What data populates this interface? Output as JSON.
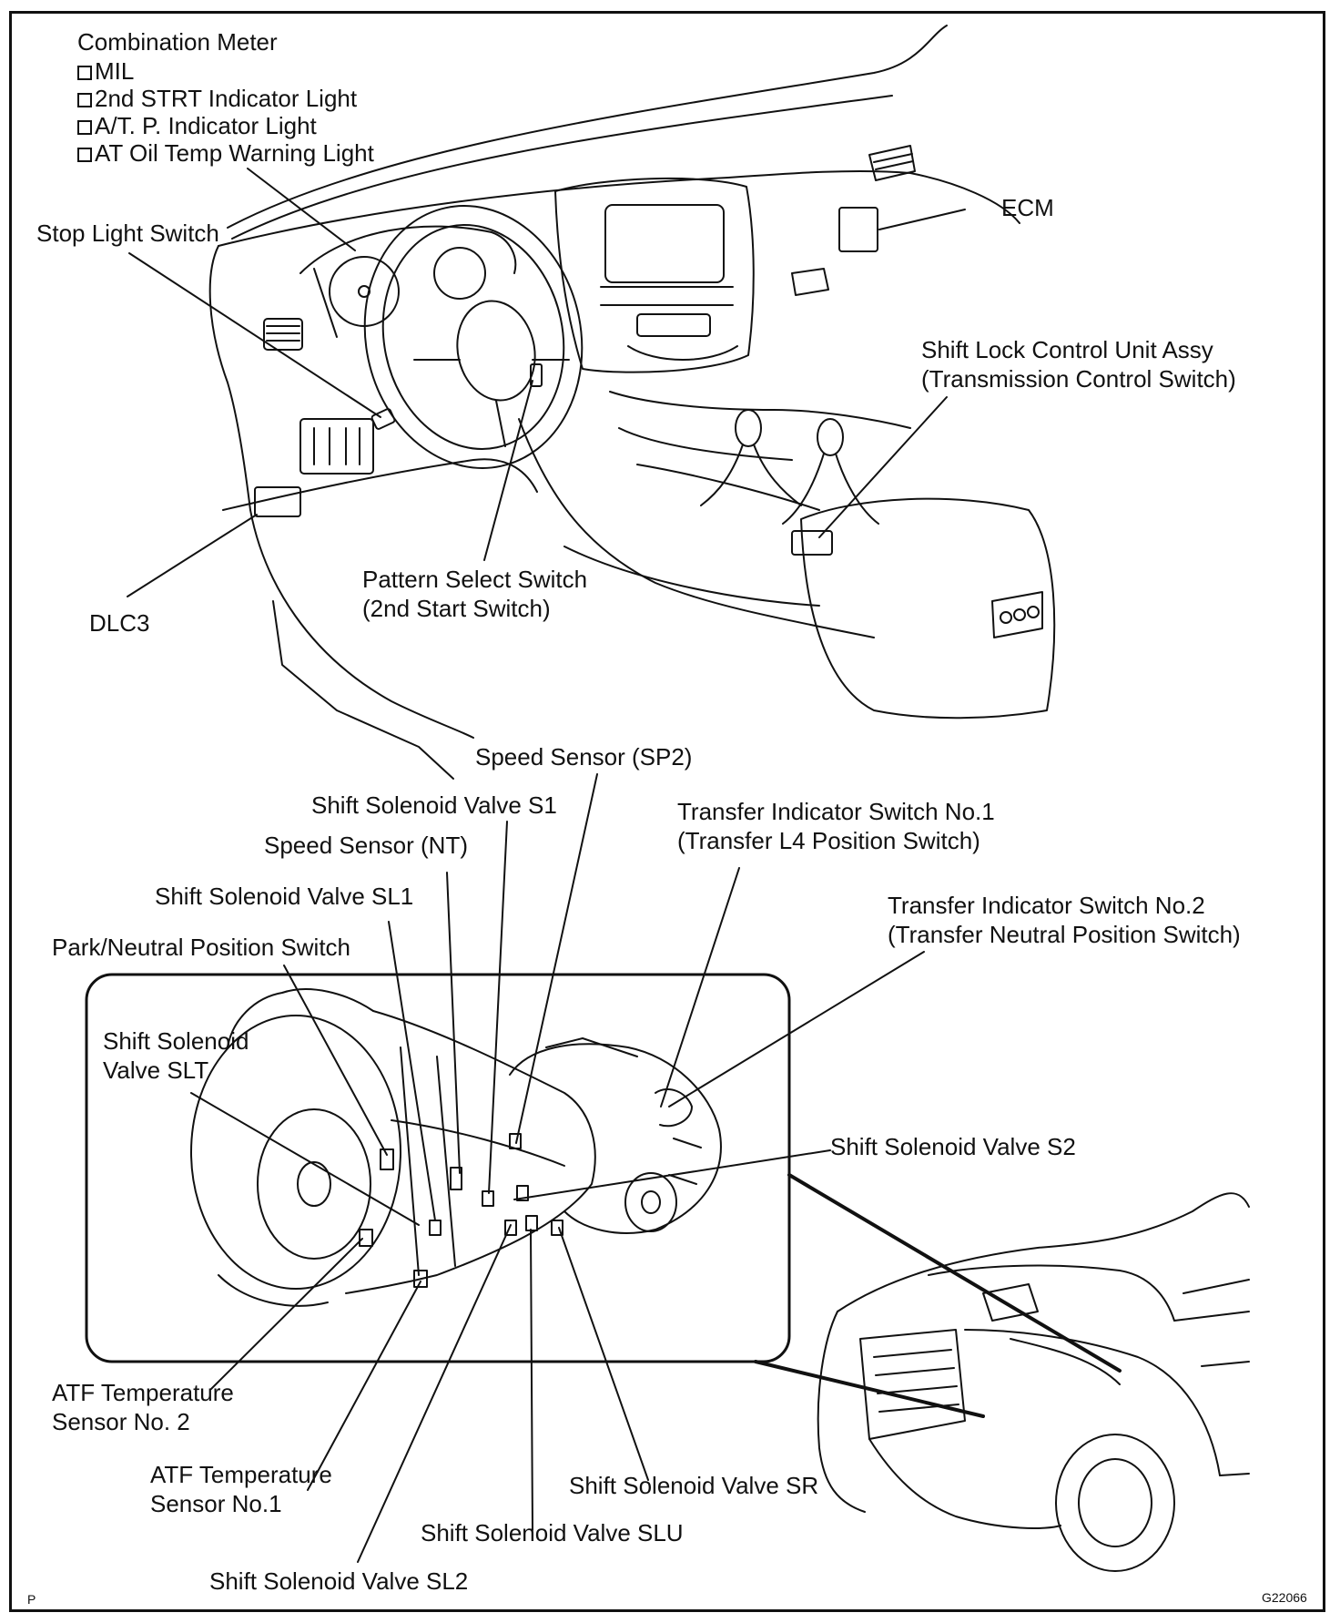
{
  "labels": {
    "combination_meter": {
      "title": "Combination Meter",
      "items": [
        "MIL",
        "2nd STRT Indicator Light",
        "A/T. P. Indicator Light",
        "AT Oil Temp Warning Light"
      ]
    },
    "ecm": "ECM",
    "stop_light_switch": "Stop Light Switch",
    "shift_lock_control_unit": [
      "Shift Lock Control Unit Assy",
      "(Transmission Control Switch)"
    ],
    "dlc3": "DLC3",
    "pattern_select_switch": [
      "Pattern Select Switch",
      "(2nd Start Switch)"
    ],
    "speed_sensor_sp2": "Speed Sensor (SP2)",
    "shift_solenoid_s1": "Shift Solenoid Valve S1",
    "speed_sensor_nt": "Speed Sensor (NT)",
    "shift_solenoid_sl1": "Shift Solenoid Valve SL1",
    "park_neutral_switch": "Park/Neutral Position Switch",
    "transfer_indicator_1": [
      "Transfer Indicator Switch No.1",
      "(Transfer L4 Position Switch)"
    ],
    "transfer_indicator_2": [
      "Transfer Indicator Switch No.2",
      "(Transfer Neutral Position Switch)"
    ],
    "shift_solenoid_slt": [
      "Shift Solenoid",
      "Valve SLT"
    ],
    "shift_solenoid_s2": "Shift Solenoid Valve S2",
    "atf_temp_sensor_2": [
      "ATF Temperature",
      "Sensor No. 2"
    ],
    "atf_temp_sensor_1": [
      "ATF Temperature",
      "Sensor No.1"
    ],
    "shift_solenoid_sr": "Shift Solenoid Valve SR",
    "shift_solenoid_slu": "Shift Solenoid Valve SLU",
    "shift_solenoid_sl2": "Shift Solenoid Valve SL2"
  },
  "corner_marks": {
    "bottom_left": "P",
    "bottom_right": "G22066"
  }
}
